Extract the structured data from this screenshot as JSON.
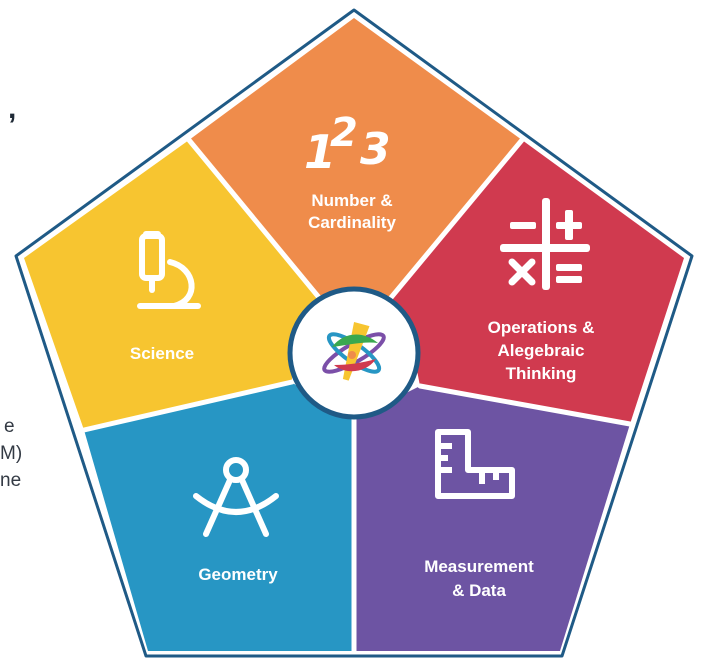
{
  "colors": {
    "outline": "#1f5a86",
    "number": "#ef8c4b",
    "operations": "#d03a4f",
    "measurement": "#6d54a3",
    "geometry": "#2796c4",
    "science": "#f7c530",
    "divider": "#ffffff"
  },
  "left_fragments": {
    "comma": ",",
    "line_e": "e",
    "line_m": "M)",
    "line_ne": "ne"
  },
  "segments": {
    "number": {
      "line1": "Number &",
      "line2": "Cardinality",
      "glyph_1": "1",
      "glyph_2": "2",
      "glyph_3": "3"
    },
    "operations": {
      "line1": "Operations &",
      "line2": "Alegebraic",
      "line3": "Thinking"
    },
    "measurement": {
      "line1": "Measurement",
      "line2": "& Data"
    },
    "geometry": {
      "line1": "Geometry"
    },
    "science": {
      "line1": "Science"
    }
  },
  "icons": {
    "number": "numbers-123-icon",
    "operations": "math-operations-icon",
    "measurement": "ruler-icon",
    "geometry": "compass-icon",
    "science": "microscope-icon",
    "center": "atom-logo-icon"
  }
}
